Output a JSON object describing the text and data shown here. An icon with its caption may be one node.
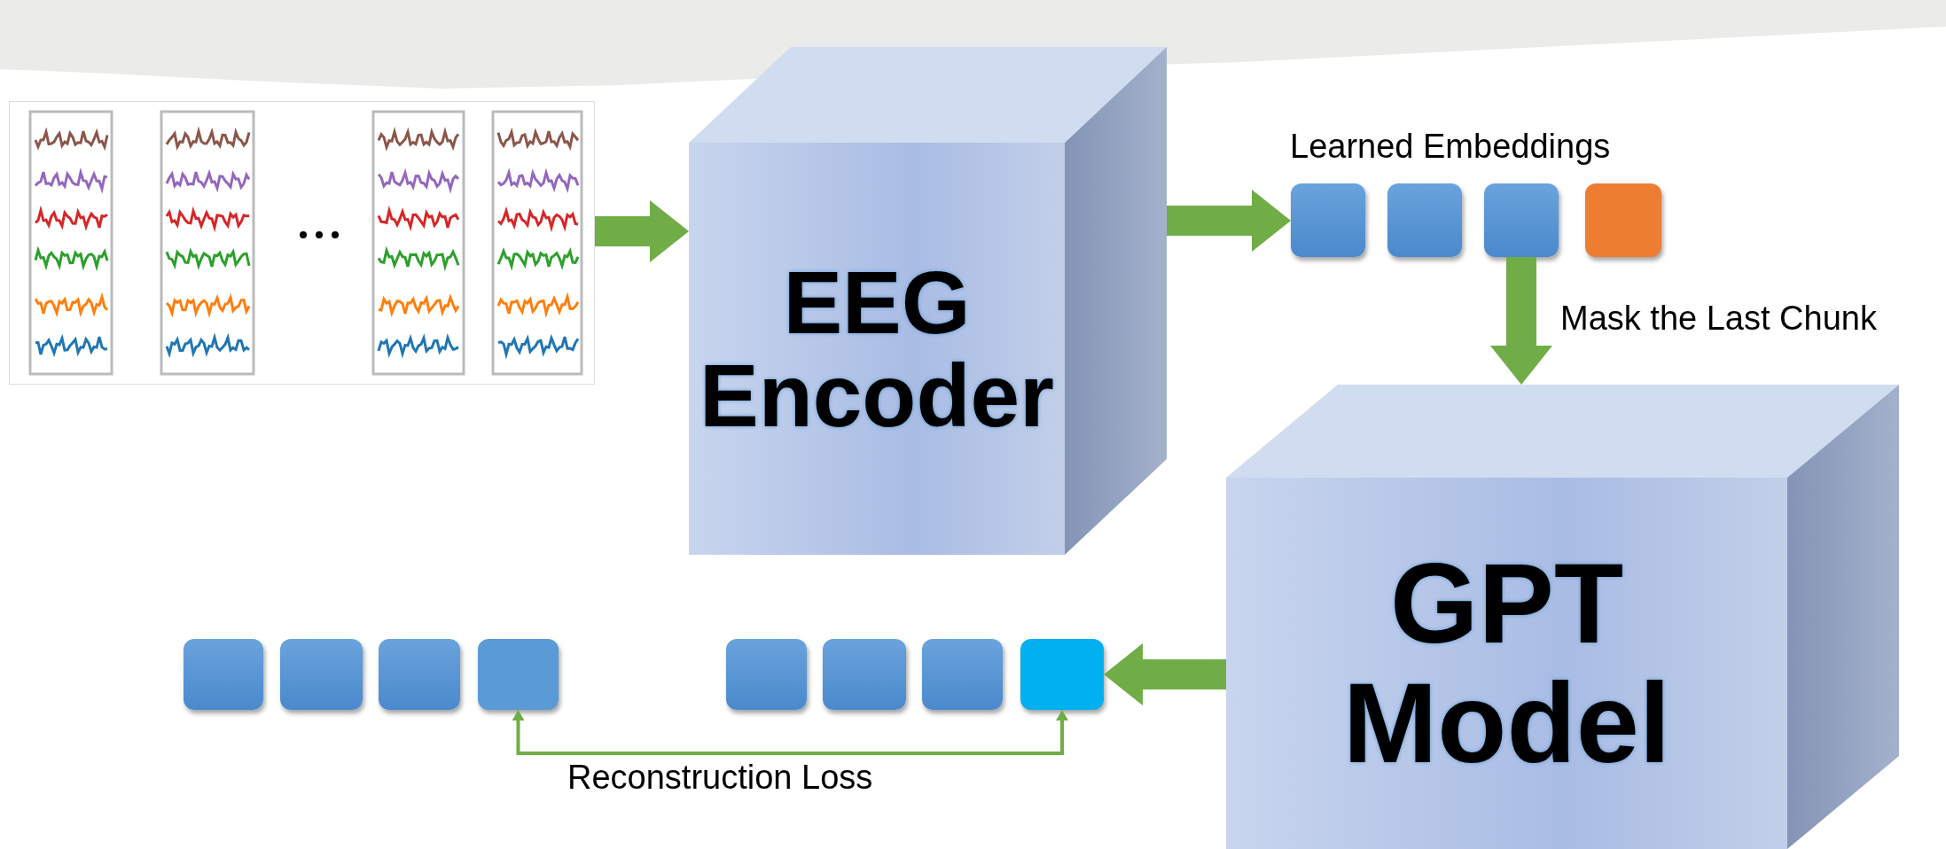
{
  "diagram": {
    "nodes": [
      {
        "text": [],
        "shape": "picture"
      },
      {
        "text": [
          "EEG Encoder"
        ]
      },
      {
        "text": [],
        "shape": "box"
      },
      {
        "text": [],
        "shape": "box"
      },
      {
        "text": [],
        "shape": "box"
      },
      {
        "text": [],
        "shape": "box"
      },
      {
        "text": [
          "GPT Model"
        ]
      },
      {
        "text": [],
        "shape": "box"
      },
      {
        "text": [],
        "shape": "box"
      },
      {
        "text": [],
        "shape": "box"
      },
      {
        "text": [],
        "shape": "box"
      },
      {
        "text": [],
        "shape": "box"
      },
      {
        "text": [],
        "shape": "box"
      },
      {
        "text": [],
        "shape": "box"
      },
      {
        "text": [],
        "shape": "box"
      }
    ],
    "edges": [
      {
        "from": 0,
        "to": 1,
        "arrow": "to"
      },
      {
        "from": 1,
        "to": 2,
        "arrow": "to"
      },
      {
        "from": 4,
        "to": 6,
        "arrow": "to",
        "label": "Mask the Last Chunk"
      },
      {
        "from": 6,
        "to": 14,
        "arrow": "to"
      },
      {
        "from": 14,
        "to": 10,
        "arrow": "both",
        "label": "Reconstruction Loss"
      }
    ],
    "labels": [
      "Learned Embeddings"
    ]
  }
}
